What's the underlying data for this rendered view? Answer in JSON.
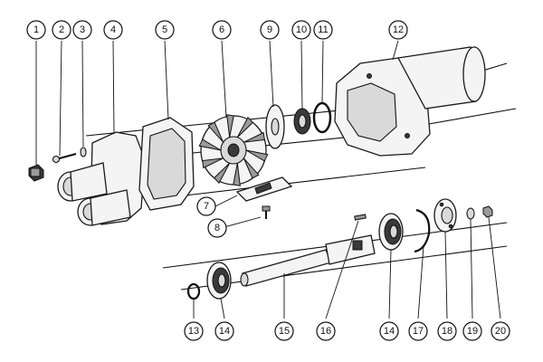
{
  "callouts": [
    {
      "id": "c1",
      "label": "1"
    },
    {
      "id": "c2",
      "label": "2"
    },
    {
      "id": "c3",
      "label": "3"
    },
    {
      "id": "c4",
      "label": "4"
    },
    {
      "id": "c5",
      "label": "5"
    },
    {
      "id": "c6",
      "label": "6"
    },
    {
      "id": "c7",
      "label": "7"
    },
    {
      "id": "c8",
      "label": "8"
    },
    {
      "id": "c9",
      "label": "9"
    },
    {
      "id": "c10",
      "label": "10"
    },
    {
      "id": "c11",
      "label": "11"
    },
    {
      "id": "c12",
      "label": "12"
    },
    {
      "id": "c13",
      "label": "13"
    },
    {
      "id": "c14a",
      "label": "14"
    },
    {
      "id": "c15",
      "label": "15"
    },
    {
      "id": "c16",
      "label": "16"
    },
    {
      "id": "c14b",
      "label": "14"
    },
    {
      "id": "c17",
      "label": "17"
    },
    {
      "id": "c18",
      "label": "18"
    },
    {
      "id": "c19",
      "label": "19"
    },
    {
      "id": "c20",
      "label": "20"
    }
  ]
}
